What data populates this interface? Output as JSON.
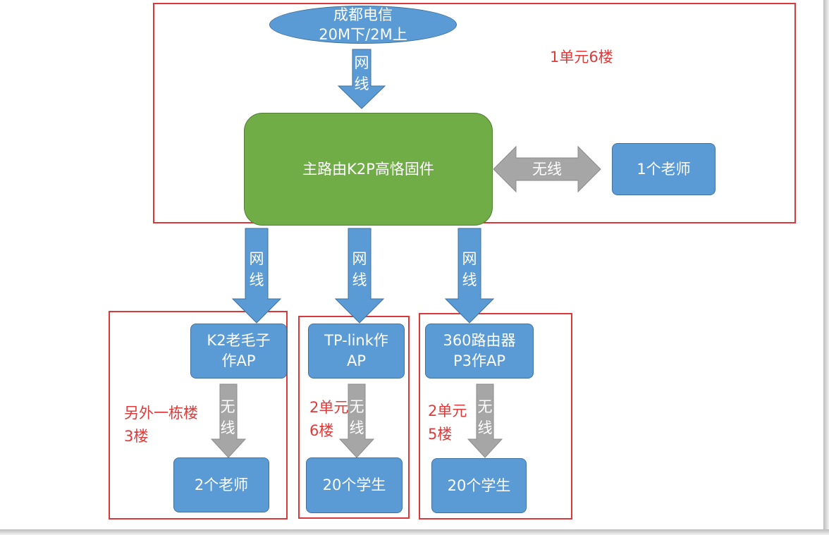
{
  "colors": {
    "node_blue": "#5b9bd5",
    "node_green": "#70ad47",
    "wire_arrow": "#5b9bd5",
    "wireless_arrow": "#a6a6a6",
    "zone_border": "#d9393c",
    "note_text": "#e03a3a"
  },
  "nodes": {
    "isp": "成都电信\n20M下/2M上",
    "main_router": "主路由K2P高恪固件",
    "teacher_1": "1个老师",
    "k2_ap": "K2老毛子\n作AP",
    "tplink_ap": "TP-link作\nAP",
    "r360_ap": "360路由器\nP3作AP",
    "teachers_2": "2个老师",
    "students_a": "20个学生",
    "students_b": "20个学生"
  },
  "links": {
    "wired": "网\n线",
    "wireless_horizontal": "无线",
    "wireless_vertical": "无\n线"
  },
  "zones": {
    "top": "1单元6楼",
    "k2": "另外一栋楼\n3楼",
    "tplink": "2单元\n6楼",
    "r360": "2单元\n5楼"
  }
}
